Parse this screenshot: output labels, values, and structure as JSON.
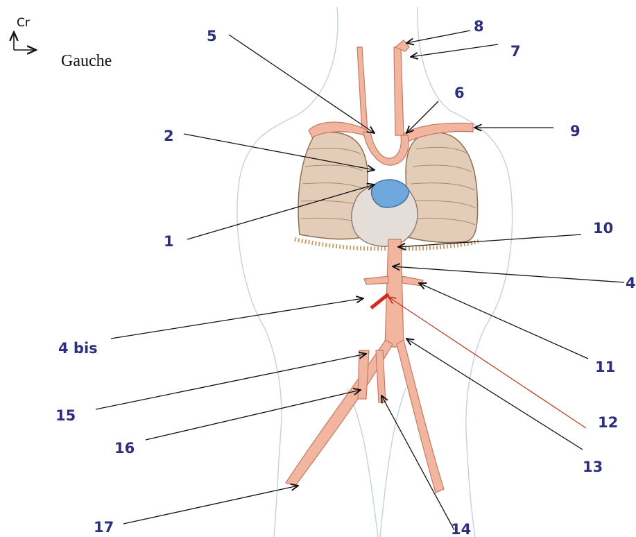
{
  "orientation": {
    "cranial_label": "Cr",
    "lateral_label": "Gauche"
  },
  "labels": [
    "1",
    "2",
    "4",
    "4 bis",
    "5",
    "6",
    "7",
    "8",
    "9",
    "10",
    "11",
    "12",
    "13",
    "14",
    "15",
    "16",
    "17"
  ],
  "colors": {
    "vessel": "#f2b6a0",
    "vessel_stroke": "#c47a62",
    "heart_blue": "#6fa8dc",
    "lung": "#c9a78a",
    "body_outline": "#c9d3dc",
    "label_text": "#2e2f7a",
    "leader_line": "#111111",
    "accent_red": "#d8271c"
  }
}
